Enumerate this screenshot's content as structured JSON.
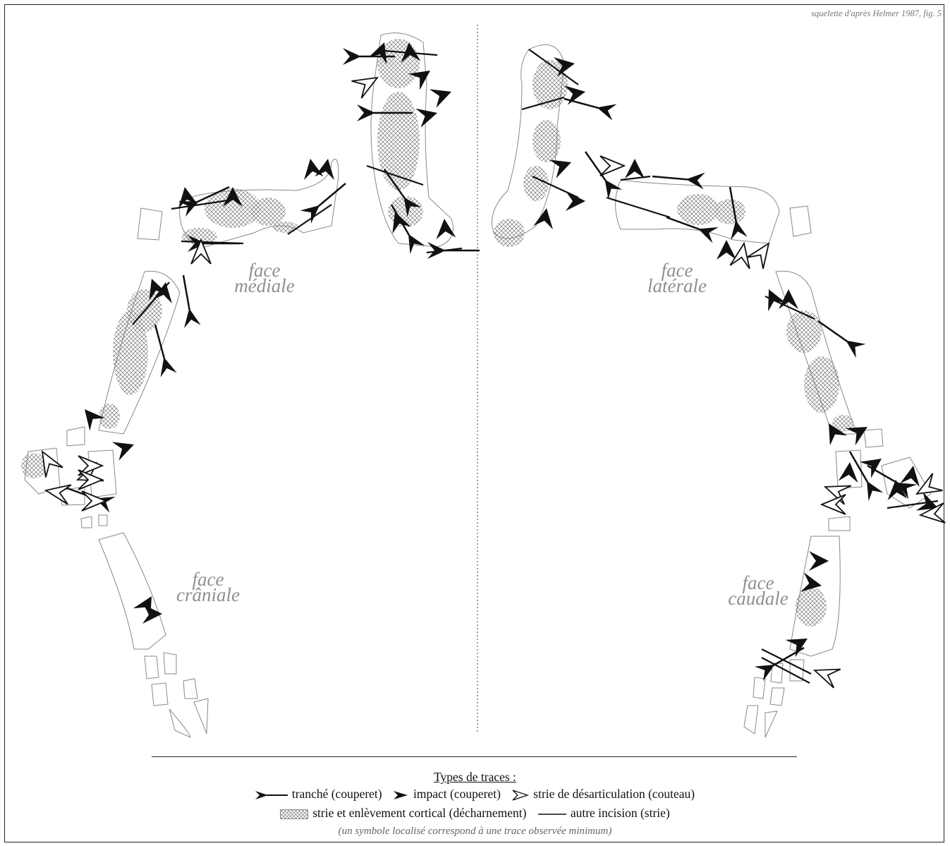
{
  "source_note": "squelette d'après Helmer 1987, fig. 5",
  "views": {
    "medial": [
      "face",
      "médiale"
    ],
    "lateral": [
      "face",
      "latérale"
    ],
    "cranial": [
      "face",
      "crâniale"
    ],
    "caudal": [
      "face",
      "caudale"
    ]
  },
  "legend": {
    "title": "Types de traces :",
    "items": {
      "tranche": "tranché (couperet)",
      "impact": "impact (couperet)",
      "strie_desarticulation": "strie de désarticulation (couteau)",
      "decharnement": "strie et enlèvement cortical (décharnement)",
      "incision": "autre incision (strie)"
    },
    "note": "(un symbole localisé correspond à une trace observée minimum)"
  },
  "colors": {
    "ink": "#111111",
    "bone_outline": "#888888",
    "label_gray": "#8f8f8f"
  }
}
